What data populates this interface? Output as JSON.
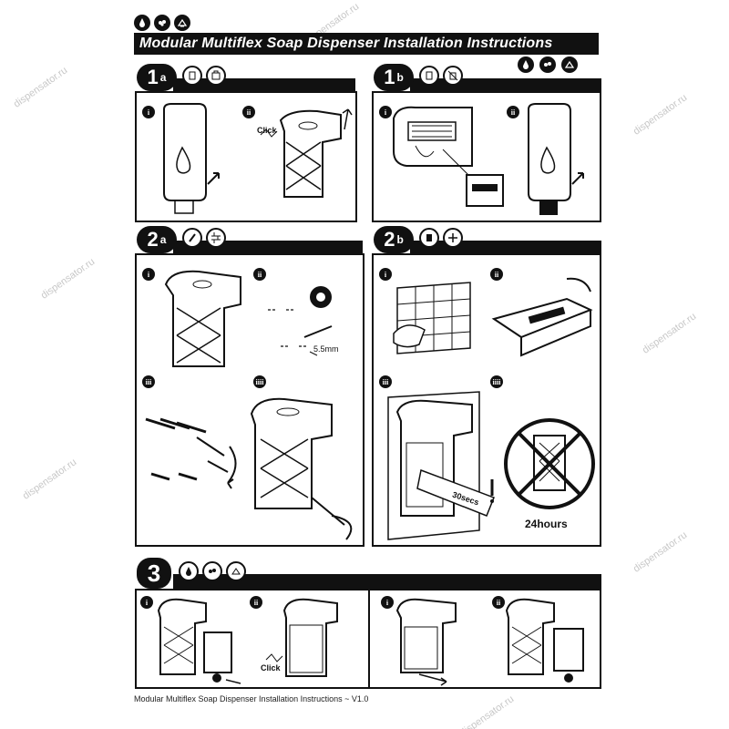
{
  "title": "Modular Multiflex Soap Dispenser Installation Instructions",
  "footer": "Modular Multiflex Soap Dispenser Installation Instructions ~ V1.0",
  "watermark": "dispensator.ru",
  "steps": {
    "s1a": {
      "num": "1",
      "letter": "a"
    },
    "s1b": {
      "num": "1",
      "letter": "b"
    },
    "s2a": {
      "num": "2",
      "letter": "a"
    },
    "s2b": {
      "num": "2",
      "letter": "b"
    },
    "s3": {
      "num": "3",
      "letter": ""
    }
  },
  "subs": {
    "i": "i",
    "ii": "ii",
    "iii": "iii",
    "iiii": "iiii"
  },
  "labels": {
    "click": "Click",
    "drill": "5.5mm",
    "secs": "30secs",
    "hours": "24hours"
  }
}
